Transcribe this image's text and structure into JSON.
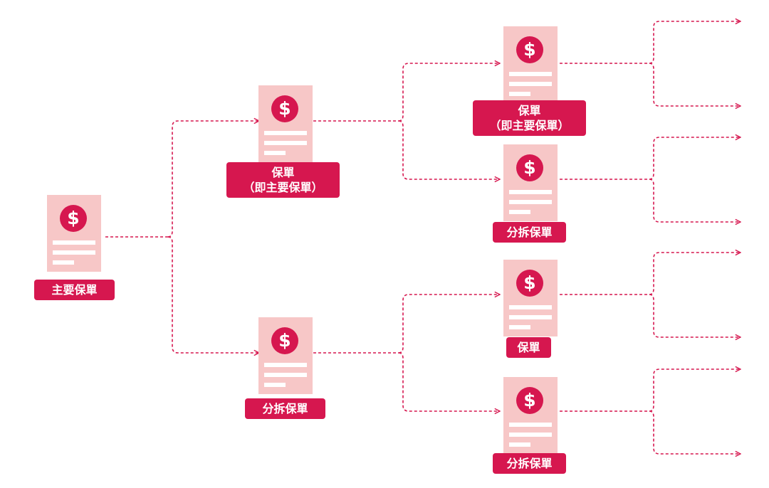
{
  "colors": {
    "accent": "#d6174f",
    "card": "#f7c7c7",
    "connector": "#d6174f"
  },
  "icon": "dollar-coin-icon",
  "currency_symbol": "$",
  "nodes": [
    {
      "id": "root",
      "line1": "主要保單",
      "line2": ""
    },
    {
      "id": "l1-top",
      "line1": "保單",
      "line2": "（即主要保單）"
    },
    {
      "id": "l1-bottom",
      "line1": "分拆保單",
      "line2": ""
    },
    {
      "id": "l2-a",
      "line1": "保單",
      "line2": "（即主要保單）"
    },
    {
      "id": "l2-b",
      "line1": "分拆保單",
      "line2": ""
    },
    {
      "id": "l2-c",
      "line1": "保單",
      "line2": ""
    },
    {
      "id": "l2-d",
      "line1": "分拆保單",
      "line2": ""
    }
  ]
}
